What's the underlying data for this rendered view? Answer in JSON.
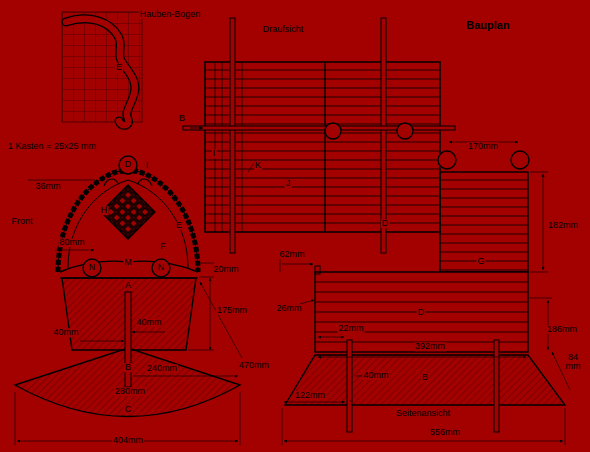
{
  "diagram": {
    "title": "Bauplan",
    "labels": [
      "Hauben-Bogen",
      "E",
      "1 Kasten = 25x25 mm",
      "Draufsicht",
      "B",
      "I",
      "K",
      "J",
      "D",
      "36mm",
      "D",
      "I",
      "Front",
      "H",
      "E",
      "F",
      "80mm",
      "N",
      "M",
      "N",
      "20mm",
      "A",
      "175mm",
      "40mm",
      "40mm",
      "B",
      "240mm",
      "470mm",
      "280mm",
      "C",
      "404mm",
      "170mm",
      "182mm",
      "G",
      "62mm",
      "26mm",
      "D",
      "22mm",
      "392mm",
      "186mm",
      "84 mm",
      "40mm",
      "B",
      "122mm",
      "Seitenansicht",
      "556mm"
    ]
  }
}
